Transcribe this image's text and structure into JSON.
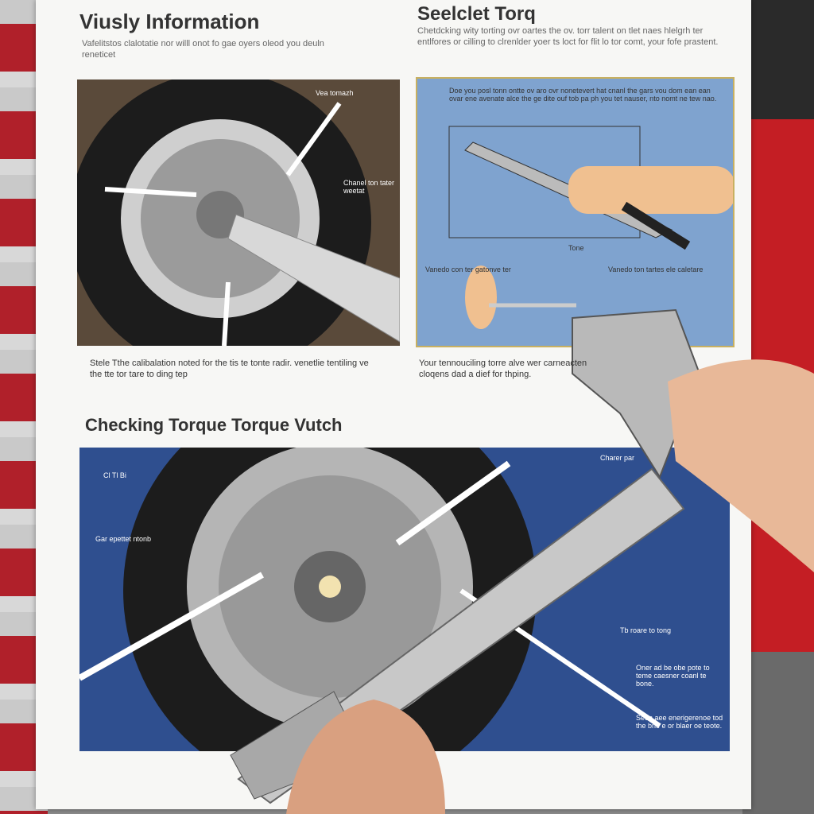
{
  "poster": {
    "left_title": "Viusly Information",
    "left_subtitle": "Vafelitstos clalotatie nor willl onot fo gae oyers oleod you deuln reneticet",
    "right_title": "Seelclet Torq",
    "right_subtitle": "Chetdcking wity torting ovr oartes the ov. torr talent on tlet naes hlelgrh ter entlfores or cilling to clrenlder yoer ts loct for flit lo tor comt, your fofe prastent.",
    "panel1_labels": [
      "Vea tomazh",
      "Chanel ton tater weetat"
    ],
    "panel1_caption": "Stele Tthe calibalation noted for the tis te tonte radir. venetlie tentiling ve the tte tor tare to ding tep",
    "panel2_intro": "Doe you posl tonn ontte ov aro ovr nonetevert hat cnanl the gars vou dom ean ean ovar ene avenate alce the ge dite ouf tob pa ph you tet nauser, nto nomt ne tew nao.",
    "panel2_labels": [
      "Tone",
      "Vanedo con ter gatonve ter",
      "Vanedo ton tartes ele caletare"
    ],
    "panel2_caption": "Your tennouciling torre alve wer carneacten cloqens dad a dief for thping.",
    "section_title": "Checking Torque Torque Vutch",
    "panel3_labels": [
      "Cl Tl Bi",
      "Gar epettet ntonb",
      "Charer par",
      "Tb roare to tong",
      "Oner ad be obe pote to teme caesner coanl te bone.",
      "Seen aee enerigerenoe tod the bne e or blaer oe teote."
    ]
  },
  "colors": {
    "paper": "#f7f7f5",
    "blue_panel": "#2f4f8f",
    "light_blue_panel": "#7fa3cf",
    "cabinet_red": "#c41e24"
  }
}
